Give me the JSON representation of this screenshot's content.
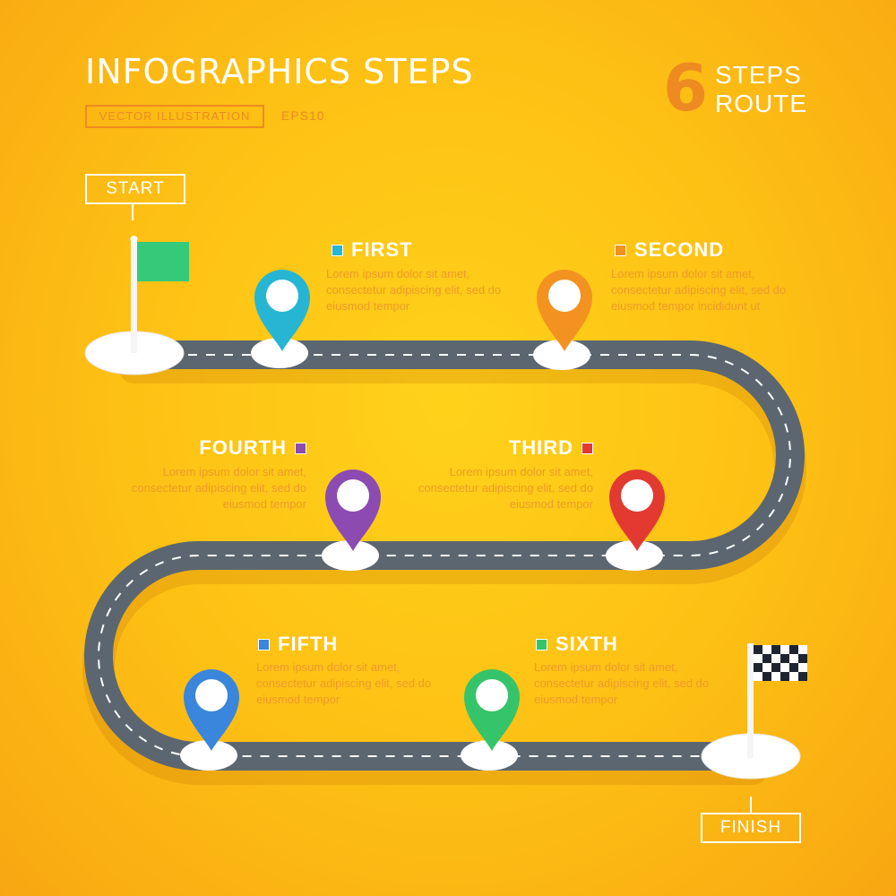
{
  "header": {
    "title": "INFOGRAPHICS STEPS",
    "subtitle": "VECTOR ILLUSTRATION",
    "format": "EPS10",
    "steps_count": "6",
    "steps_line1": "STEPS",
    "steps_line2": "ROUTE"
  },
  "labels": {
    "start": "START",
    "finish": "FINISH"
  },
  "steps": [
    {
      "title": "FIRST",
      "color": "#26b6d4",
      "text": "Lorem ipsum dolor sit amet, consectetur adipiscing elit, sed do eiusmod tempor"
    },
    {
      "title": "SECOND",
      "color": "#f39221",
      "text": "Lorem ipsum dolor sit amet, consectetur adipiscing elit, sed do eiusmod tempor incididunt ut"
    },
    {
      "title": "THIRD",
      "color": "#e23a31",
      "text": "Lorem ipsum dolor sit amet, consectetur adipiscing elit, sed do eiusmod tempor"
    },
    {
      "title": "FOURTH",
      "color": "#8c4bb1",
      "text": "Lorem ipsum dolor sit amet, consectetur adipiscing elit, sed do eiusmod tempor"
    },
    {
      "title": "FIFTH",
      "color": "#3a86dc",
      "text": "Lorem ipsum dolor sit amet, consectetur adipiscing elit, sed do eiusmod tempor"
    },
    {
      "title": "SIXTH",
      "color": "#36c46a",
      "text": "Lorem ipsum dolor sit amet, consectetur adipiscing elit, sed do eiusmod tempor"
    }
  ],
  "colors": {
    "road": "#5b6670",
    "road_marking": "#ffffff",
    "start_flag": "#35c97a",
    "finish_flag": "#1e2530",
    "accent": "#ee8a22"
  }
}
